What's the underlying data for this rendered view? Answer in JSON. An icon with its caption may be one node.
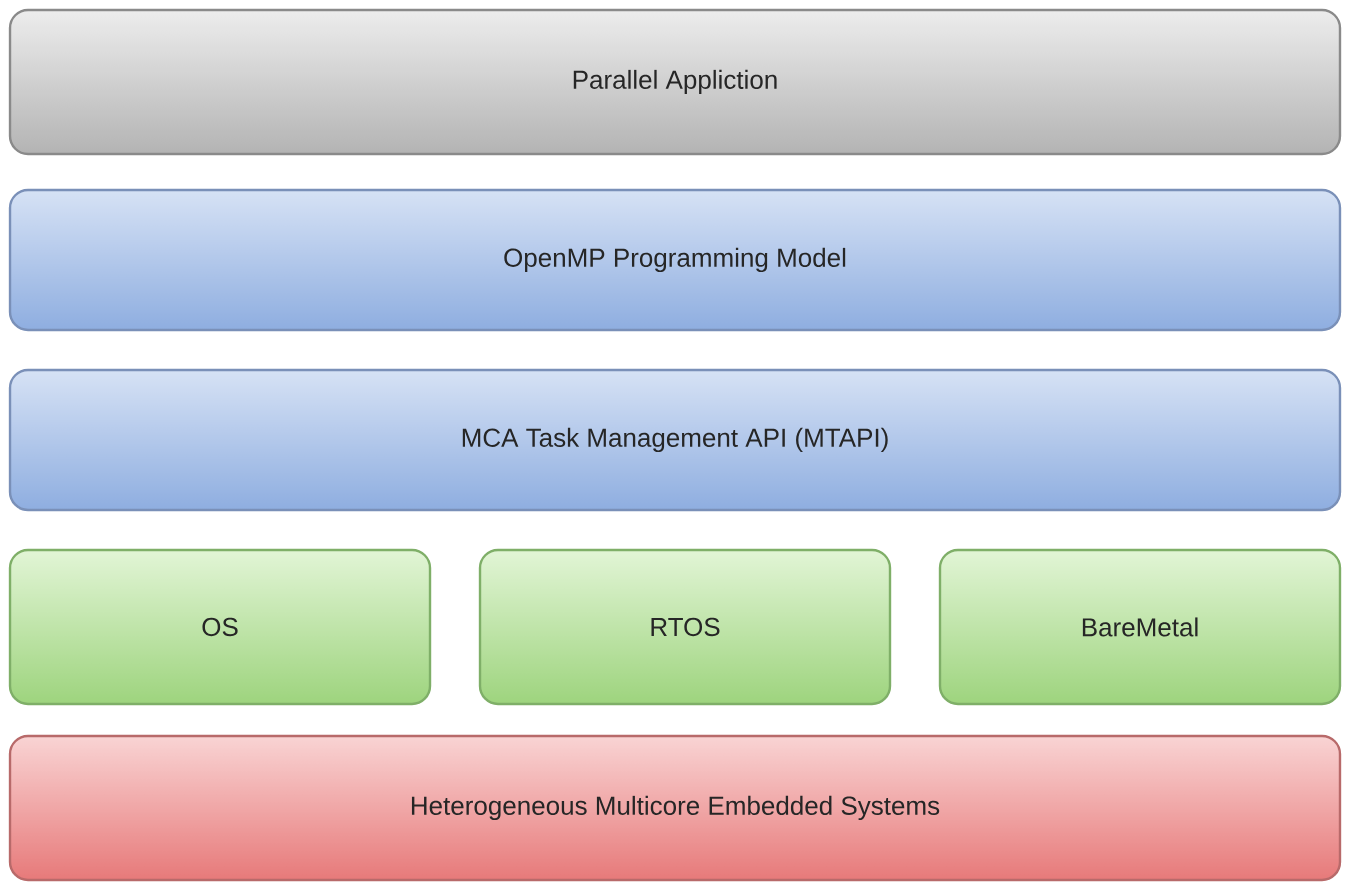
{
  "diagram": {
    "nodes": [
      {
        "text": [
          "Parallel Appliction"
        ]
      },
      {
        "text": [
          "OpenMP Programming Model"
        ]
      },
      {
        "text": [
          "MCA Task Management API (MTAPI)"
        ]
      },
      {
        "text": [
          "OS"
        ]
      },
      {
        "text": [
          "RTOS"
        ]
      },
      {
        "text": [
          "BareMetal"
        ]
      },
      {
        "text": [
          "Heterogeneous Multicore Embedded Systems"
        ]
      }
    ]
  }
}
